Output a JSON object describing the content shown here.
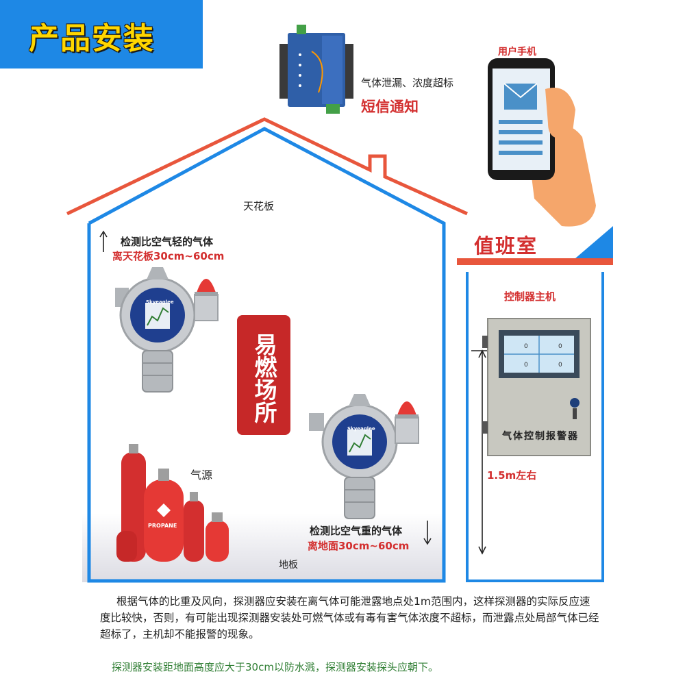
{
  "banner": {
    "title": "产品安装"
  },
  "house": {
    "ceiling_label": "天花板",
    "floor_label": "地板",
    "roof_colors": {
      "outer": "#e8563c",
      "inner": "#1e88e5"
    }
  },
  "light_gas": {
    "label": "检测比空气轻的气体",
    "distance": "离天花板30cm~60cm"
  },
  "heavy_gas": {
    "label": "检测比空气重的气体",
    "distance": "离地面30cm~60cm"
  },
  "flammable_area": {
    "label": "易燃场所"
  },
  "gas_source": {
    "label": "气源"
  },
  "sms_module": {
    "label": "气体泄漏、浓度超标",
    "notice": "短信通知"
  },
  "phone": {
    "label": "用户手机"
  },
  "duty_room": {
    "title": "值班室",
    "controller_label": "控制器主机",
    "panel_text": "气体控制报警器",
    "height_label": "1.5m左右",
    "screen_values": [
      "0",
      "0",
      "0",
      "0"
    ]
  },
  "detector": {
    "brand": "Skyeaglee"
  },
  "cylinders": {
    "text": "PROPANE"
  },
  "note": {
    "paragraph": "根据气体的比重及风向，探测器应安装在离气体可能泄露地点处1m范围内，这样探测器的实际反应速度比较快，否则，有可能出现探测器安装处可燃气体或有毒有害气体浓度不超标，而泄露点处局部气体已经超标了，主机却不能报警的现象。"
  },
  "tip": {
    "text": "探测器安装距地面高度应大于30cm以防水溅，探测器安装探头应朝下。"
  },
  "colors": {
    "accent_red": "#d32f2f",
    "banner_blue": "#1e88e5",
    "banner_text": "#ffd600",
    "tip_green": "#2e7d32"
  }
}
